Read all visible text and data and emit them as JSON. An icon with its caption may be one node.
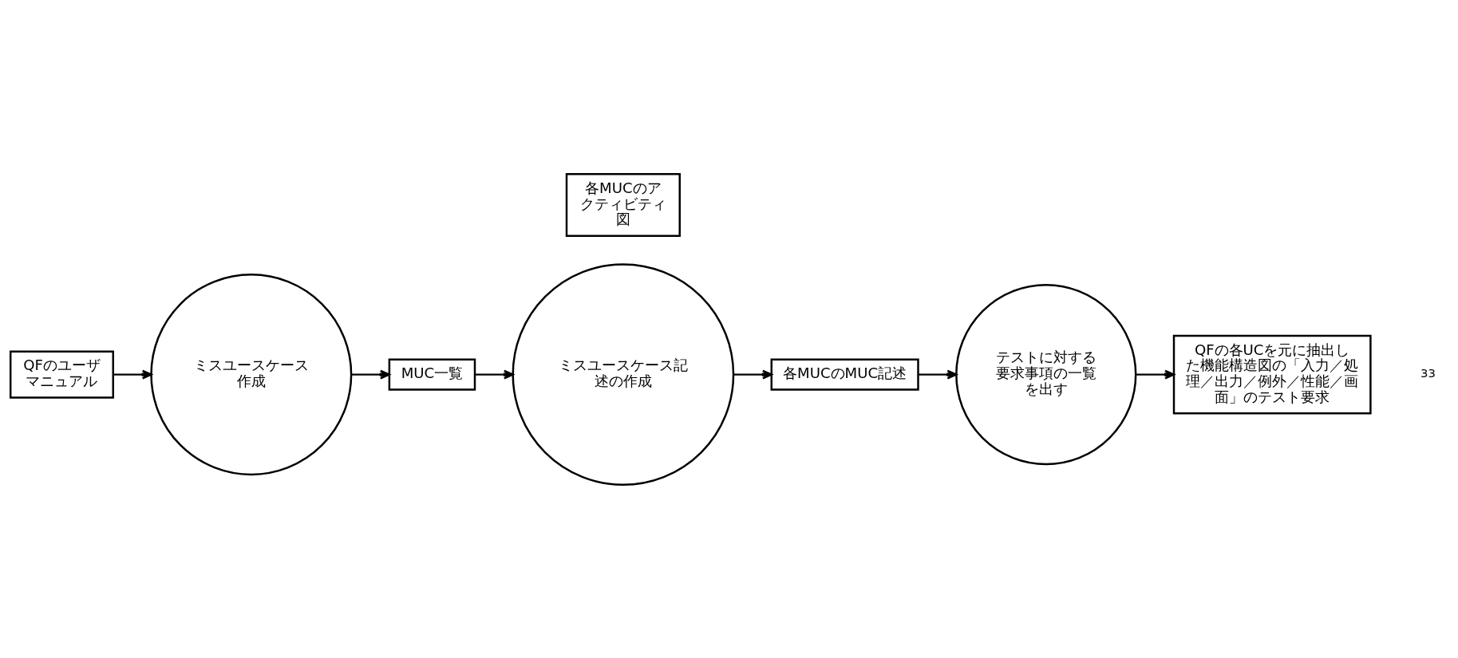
{
  "diagram": {
    "nodes": [
      {
        "text": [
          "QFのユーザマニュアル"
        ]
      },
      {
        "text": [
          "ミスユースケース作成"
        ]
      },
      {
        "text": [
          "MUC一覧"
        ]
      },
      {
        "text": [
          "各MUCのアクティビティ図"
        ]
      },
      {
        "text": [
          "ミスユースケース記述の作成"
        ]
      },
      {
        "text": [
          "各MUCのMUC記述"
        ]
      },
      {
        "text": [
          "テストに対する要求事項の一覧を出す"
        ]
      },
      {
        "text": [
          "QFの各UCを元に抽出した機能構造図の「入力／処理／出力／例外／性能／画面」のテスト要求"
        ]
      }
    ],
    "edges": [
      {
        "from": 0,
        "to": 1,
        "arrow": "to"
      },
      {
        "from": 1,
        "to": 2,
        "arrow": "to"
      },
      {
        "from": 2,
        "to": 4,
        "arrow": "to"
      },
      {
        "from": 4,
        "to": 5,
        "arrow": "to"
      },
      {
        "from": 5,
        "to": 6,
        "arrow": "to"
      },
      {
        "from": 6,
        "to": 7,
        "arrow": "to"
      }
    ],
    "labels": [
      "33"
    ]
  }
}
